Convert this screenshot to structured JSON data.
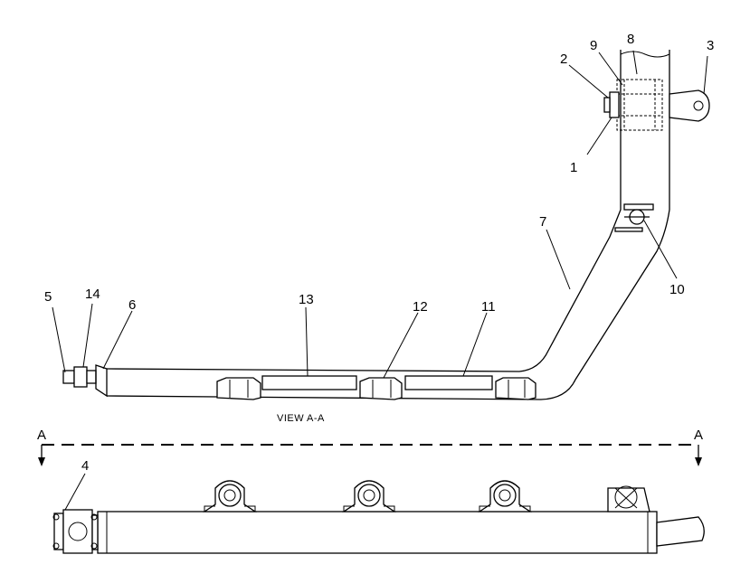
{
  "callouts": {
    "c1": "1",
    "c2": "2",
    "c3": "3",
    "c4": "4",
    "c5": "5",
    "c6": "6",
    "c7": "7",
    "c8": "8",
    "c9": "9",
    "c10": "10",
    "c11": "11",
    "c12": "12",
    "c13": "13",
    "c14": "14"
  },
  "view_label": "VIEW  A-A",
  "section_marks": {
    "left": "A",
    "right": "A"
  }
}
